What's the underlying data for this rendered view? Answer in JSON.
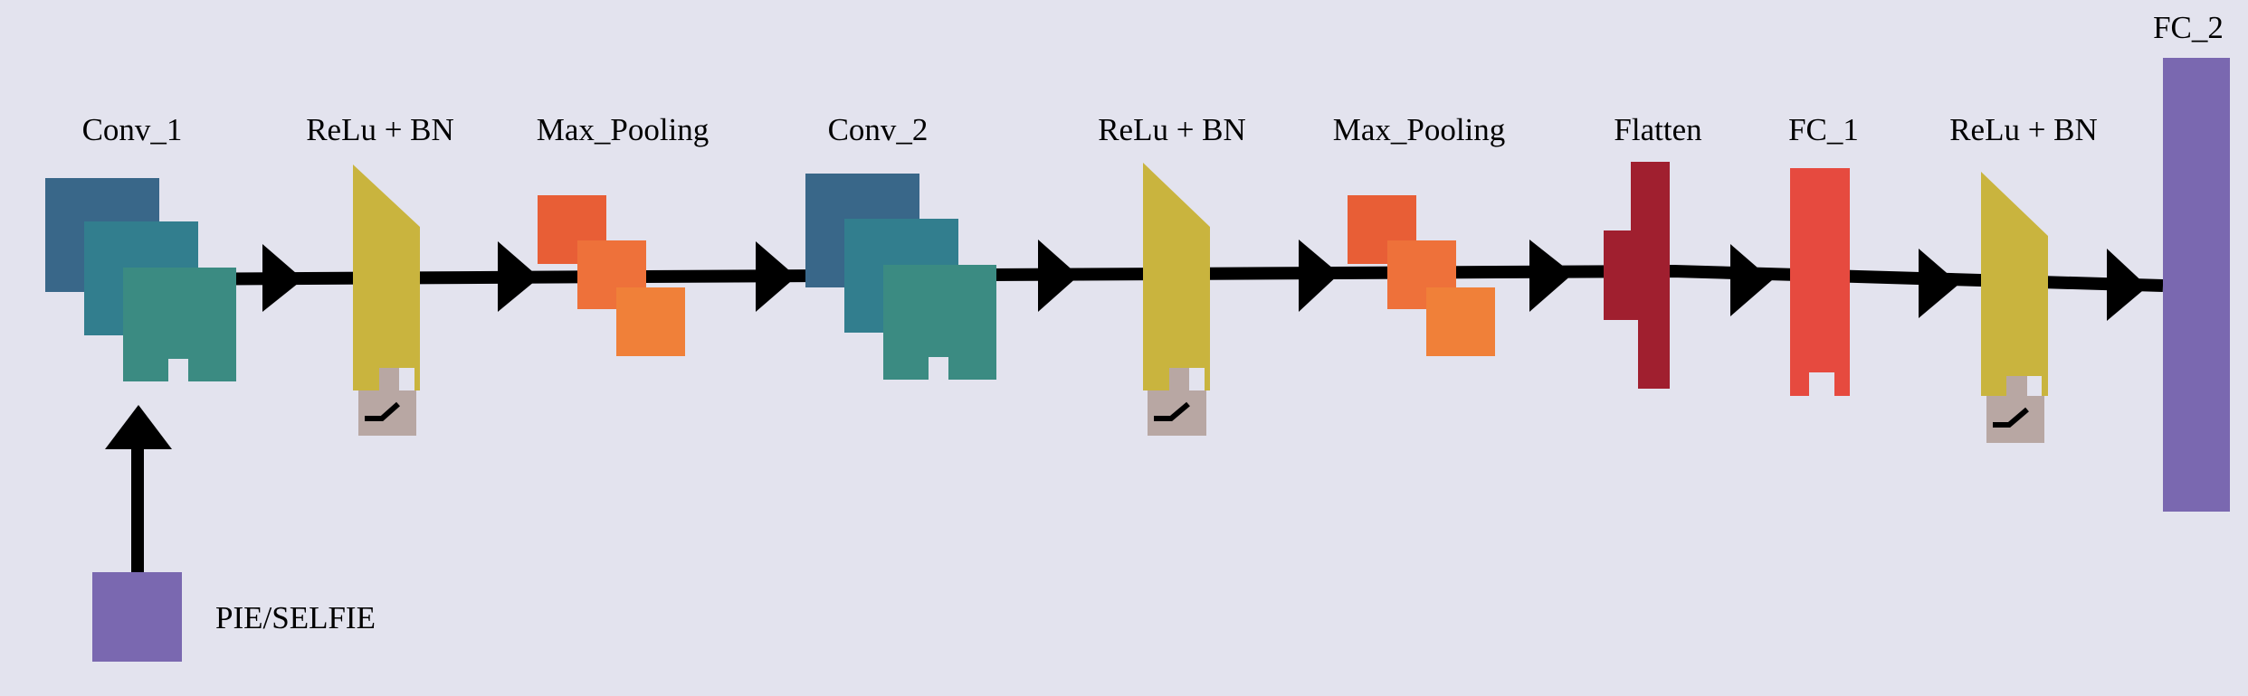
{
  "labels": {
    "conv_1": "Conv_1",
    "relu_bn_1": "ReLu + BN",
    "max_pooling_1": "Max_Pooling",
    "conv_2": "Conv_2",
    "relu_bn_2": "ReLu + BN",
    "max_pooling_2": "Max_Pooling",
    "flatten": "Flatten",
    "fc_1": "FC_1",
    "relu_bn_3": "ReLu + BN",
    "fc_2": "FC_2",
    "input": "PIE/SELFIE"
  },
  "colors": {
    "background": "#e3e3ee",
    "conv_dark": "#396789",
    "conv_mid": "#327e8e",
    "conv_light": "#3b8b82",
    "relu_bn": "#c9b43e",
    "activation_box": "#b8a7a3",
    "pool_1": "#e85e36",
    "pool_2": "#ee713a",
    "pool_3": "#f08039",
    "flatten": "#a01f2f",
    "fc_1": "#e64a3f",
    "fc_2": "#7a68b0",
    "input": "#7a68b0",
    "arrow": "#000000"
  }
}
